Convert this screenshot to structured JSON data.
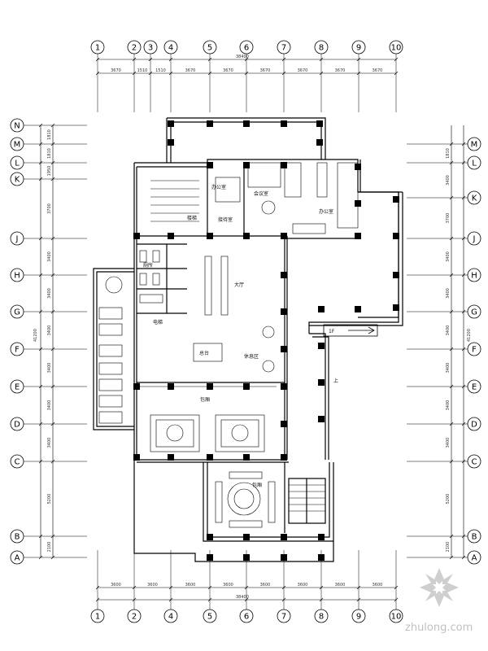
{
  "axes": {
    "vertical_top": [
      "1",
      "2",
      "3",
      "4",
      "5",
      "6",
      "7",
      "8",
      "9",
      "10"
    ],
    "vertical_bottom": [
      "1",
      "2",
      "4",
      "5",
      "6",
      "7",
      "8",
      "9",
      "10"
    ],
    "horizontal_left": [
      "N",
      "M",
      "L",
      "K",
      "J",
      "H",
      "G",
      "F",
      "E",
      "D",
      "C",
      "B",
      "A"
    ],
    "horizontal_right": [
      "M",
      "L",
      "K",
      "J",
      "H",
      "G",
      "F",
      "E",
      "D",
      "C",
      "B",
      "A"
    ]
  },
  "dimensions": {
    "top_overall": "38400",
    "top_segments": [
      "3670",
      "1510",
      "1510",
      "3670",
      "3670",
      "3670",
      "3670",
      "3670",
      "3670"
    ],
    "bottom_overall": "38400",
    "bottom_segments": [
      "3600",
      "3600",
      "3600",
      "3600",
      "3600",
      "3600",
      "3600",
      "3600"
    ],
    "left_overall": "41200",
    "left_segments": [
      "1810",
      "1810",
      "1950",
      "3700",
      "3400",
      "3400",
      "3400",
      "3400",
      "3400",
      "3400",
      "5200",
      "2100"
    ],
    "right_overall": "41200",
    "right_segments": [
      "1810",
      "3400",
      "3700",
      "3400",
      "3400",
      "3400",
      "3400",
      "3400",
      "3400",
      "5200",
      "2100"
    ]
  },
  "rooms": {
    "r1": "办公室",
    "r2": "会议室",
    "r3": "接待室",
    "r4": "办公室",
    "r5": "大厅",
    "r6": "休息区",
    "r7": "总台",
    "r8": "包厢",
    "r9": "包厢",
    "r10": "厕所",
    "r11": "电梯",
    "r12": "楼梯",
    "r13": "上"
  },
  "markers": {
    "arrow_label": "1F"
  },
  "watermark": {
    "text": "zhulong.com"
  }
}
